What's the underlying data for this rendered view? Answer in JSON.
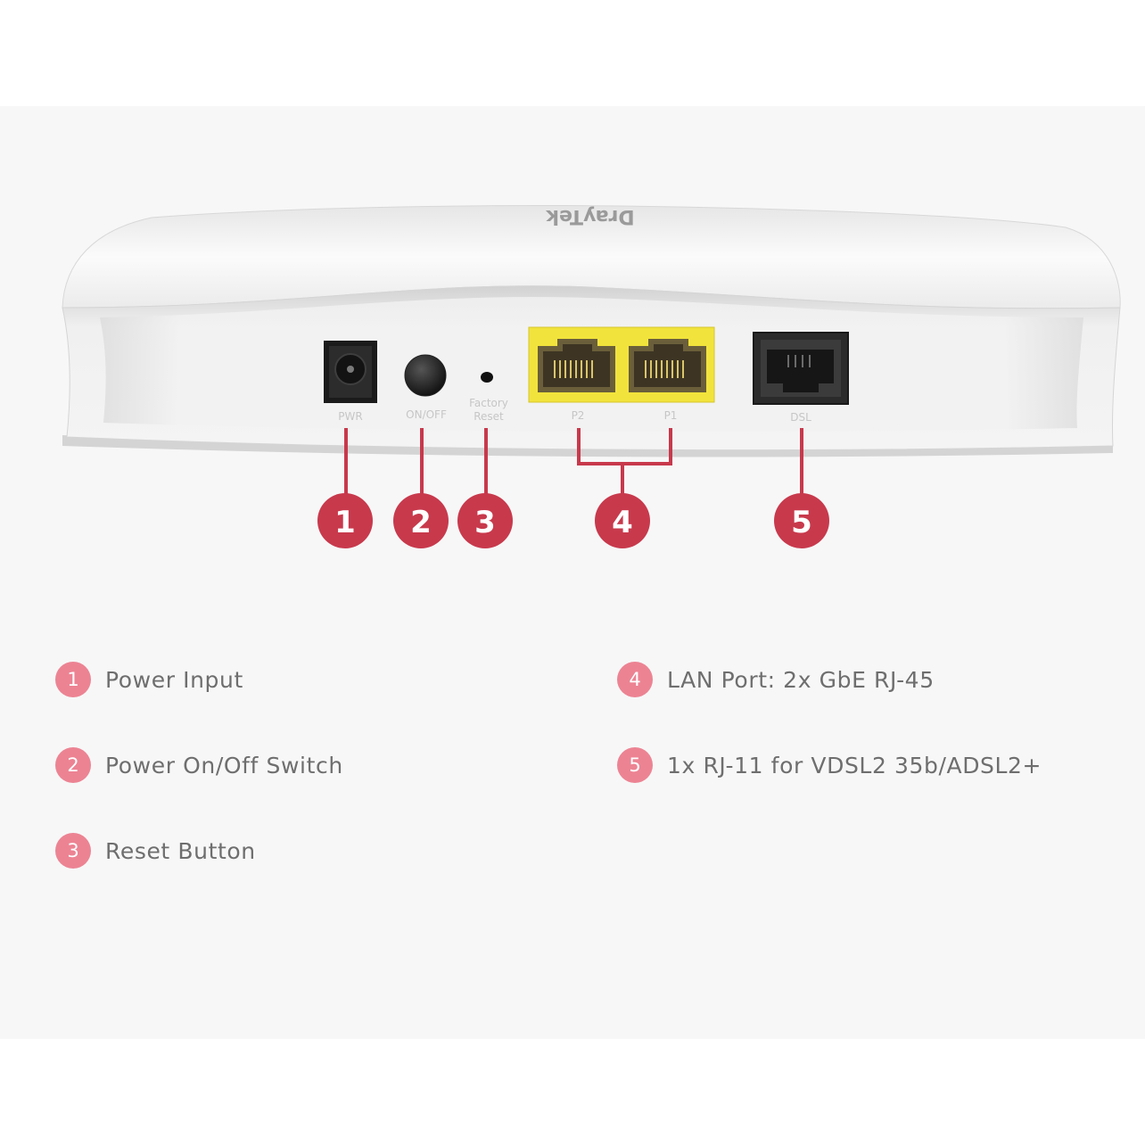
{
  "device": {
    "brand": "DrayTek",
    "port_labels": {
      "pwr": "PWR",
      "switch": "ON/OFF",
      "reset_line1": "Factory",
      "reset_line2": "Reset",
      "p2": "P2",
      "p1": "P1",
      "dsl": "DSL"
    }
  },
  "callouts": [
    {
      "number": "1"
    },
    {
      "number": "2"
    },
    {
      "number": "3"
    },
    {
      "number": "4"
    },
    {
      "number": "5"
    }
  ],
  "legend": [
    {
      "number": "1",
      "label": "Power Input"
    },
    {
      "number": "2",
      "label": "Power On/Off Switch"
    },
    {
      "number": "3",
      "label": "Reset Button"
    },
    {
      "number": "4",
      "label": "LAN Port: 2x GbE RJ-45"
    },
    {
      "number": "5",
      "label": "1x RJ-11 for VDSL2 35b/ADSL2+"
    }
  ],
  "colors": {
    "accent": "#c8394c",
    "badge": "#ec8393",
    "lan_port": "#f2e33c",
    "text": "#6e6e6e",
    "background": "#f7f7f7"
  }
}
